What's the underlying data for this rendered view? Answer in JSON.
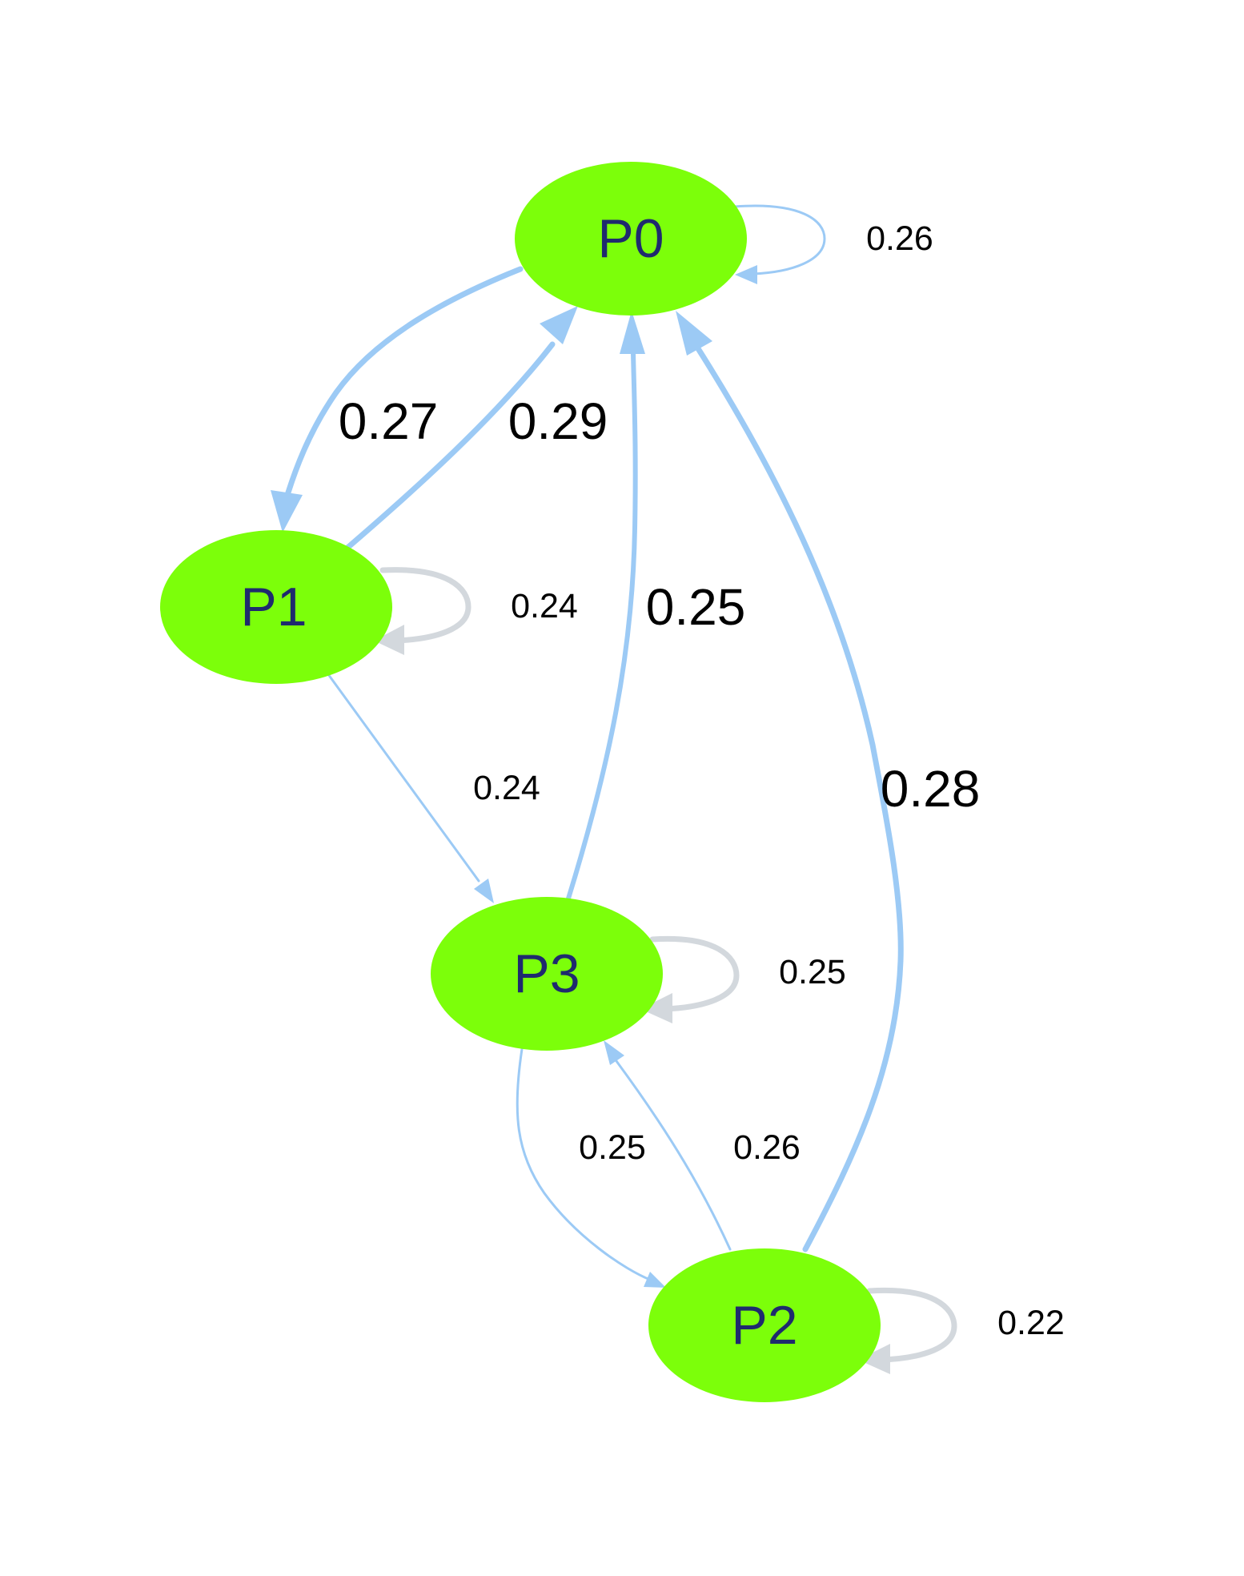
{
  "colors": {
    "node_fill": "#7cff0a",
    "node_text": "#1f2a6e",
    "edge_blue": "#9ccaf5",
    "edge_gray": "#d3d8dd",
    "label_text": "#000000"
  },
  "nodes": {
    "p0": {
      "label": "P0"
    },
    "p1": {
      "label": "P1"
    },
    "p2": {
      "label": "P2"
    },
    "p3": {
      "label": "P3"
    }
  },
  "edges": [
    {
      "id": "p0-p0",
      "from": "P0",
      "to": "P0",
      "weight": "0.26",
      "color": "blue"
    },
    {
      "id": "p0-p1",
      "from": "P0",
      "to": "P1",
      "weight": "0.27",
      "color": "blue"
    },
    {
      "id": "p1-p0",
      "from": "P1",
      "to": "P0",
      "weight": "0.29",
      "color": "blue"
    },
    {
      "id": "p3-p0",
      "from": "P3",
      "to": "P0",
      "weight": "0.25",
      "color": "blue"
    },
    {
      "id": "p2-p0",
      "from": "P2",
      "to": "P0",
      "weight": "0.28",
      "color": "blue"
    },
    {
      "id": "p1-p1",
      "from": "P1",
      "to": "P1",
      "weight": "0.24",
      "color": "gray"
    },
    {
      "id": "p1-p3",
      "from": "P1",
      "to": "P3",
      "weight": "0.24",
      "color": "blue"
    },
    {
      "id": "p3-p3",
      "from": "P3",
      "to": "P3",
      "weight": "0.25",
      "color": "gray"
    },
    {
      "id": "p3-p2",
      "from": "P3",
      "to": "P2",
      "weight": "0.25",
      "color": "blue"
    },
    {
      "id": "p2-p3",
      "from": "P2",
      "to": "P3",
      "weight": "0.26",
      "color": "blue"
    },
    {
      "id": "p2-p2",
      "from": "P2",
      "to": "P2",
      "weight": "0.22",
      "color": "gray"
    }
  ]
}
